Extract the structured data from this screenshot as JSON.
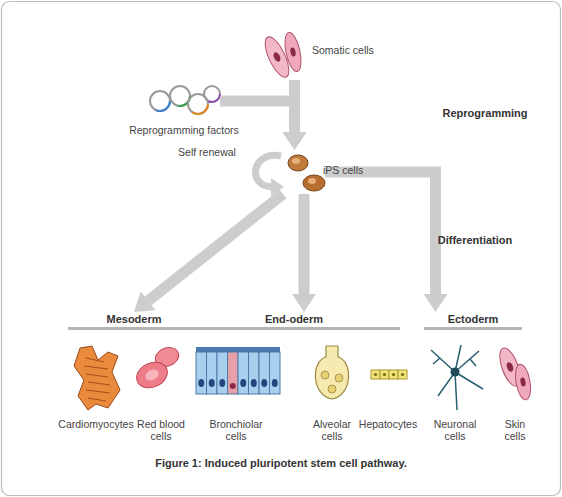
{
  "diagram": {
    "caption": "Figure 1: Induced pluripotent stem cell pathway.",
    "nodes": [
      {
        "text": [
          "Somatic cells"
        ]
      },
      {
        "text": [
          "Reprogramming factors"
        ]
      },
      {
        "text": [
          "iPS cells"
        ]
      },
      {
        "text": [
          "Mesoderm"
        ]
      },
      {
        "text": [
          "End-oderm"
        ]
      },
      {
        "text": [
          "Ectoderm"
        ]
      }
    ],
    "edges": [
      {
        "from": 0,
        "to": 2,
        "arrow": "to"
      },
      {
        "from": 1,
        "to": 2,
        "arrow": "to"
      },
      {
        "from": 2,
        "to": 3,
        "arrow": "to"
      },
      {
        "from": 2,
        "to": 4,
        "arrow": "to"
      },
      {
        "from": 2,
        "to": 5,
        "arrow": "to"
      }
    ],
    "labels": [
      "Reprogramming",
      "Self renewal",
      "Differentiation",
      "Cardiomyocytes",
      "Red blood cells",
      "Bronchiolar cells",
      "Alveolar cells",
      "Hepatocytes",
      "Neuronal cells",
      "Skin cells"
    ]
  }
}
